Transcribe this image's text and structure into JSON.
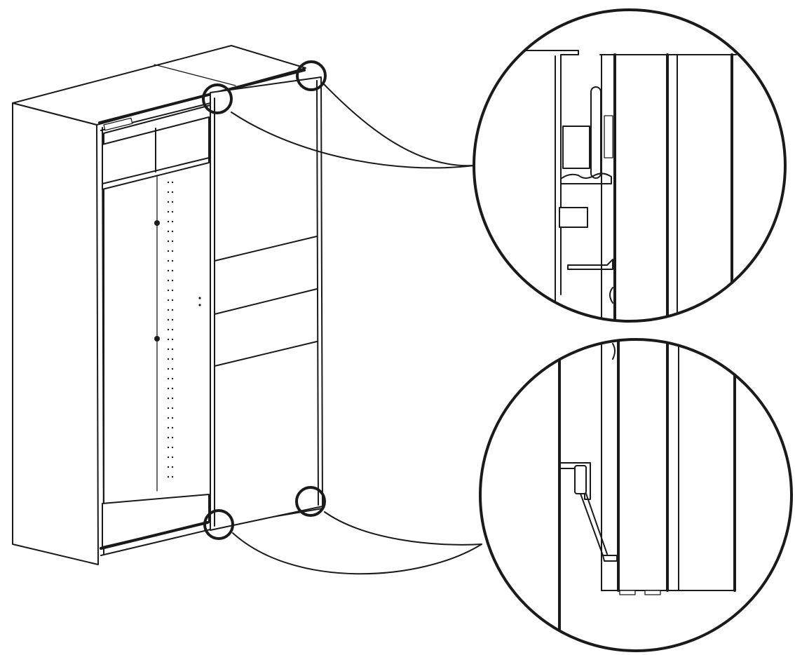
{
  "diagram": {
    "subject": "wardrobe-sliding-door-assembly",
    "views": [
      "wardrobe-isometric",
      "detail-top-guide",
      "detail-bottom-roller"
    ],
    "callout_markers": [
      "top-left-corner",
      "top-right-corner",
      "bottom-left-corner",
      "bottom-right-corner"
    ],
    "line_color": "#1a1a1a",
    "background": "#ffffff"
  }
}
